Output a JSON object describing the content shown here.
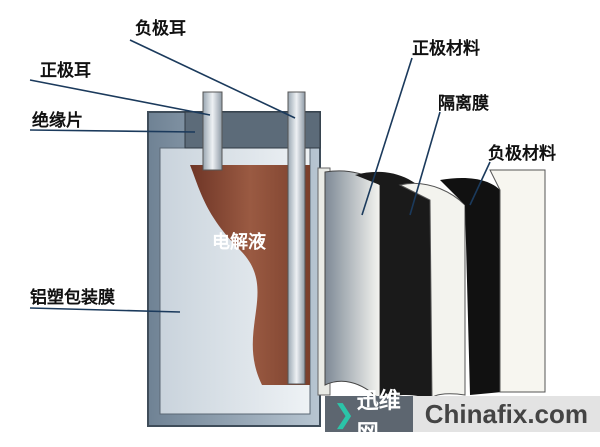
{
  "labels": {
    "negative_tab": "负极耳",
    "positive_tab": "正极耳",
    "insulation_sheet": "绝缘片",
    "positive_material": "正极材料",
    "separator": "隔离膜",
    "negative_material": "负极材料",
    "electrolyte": "电解液",
    "aluminum_plastic_film": "铝塑包装膜"
  },
  "watermark": {
    "cn": "迅维网",
    "en": "Chinafix.com"
  },
  "colors": {
    "case": "#8fa0b0",
    "electrolyte": "#8a4a35",
    "accent": "#2bc4a8"
  }
}
